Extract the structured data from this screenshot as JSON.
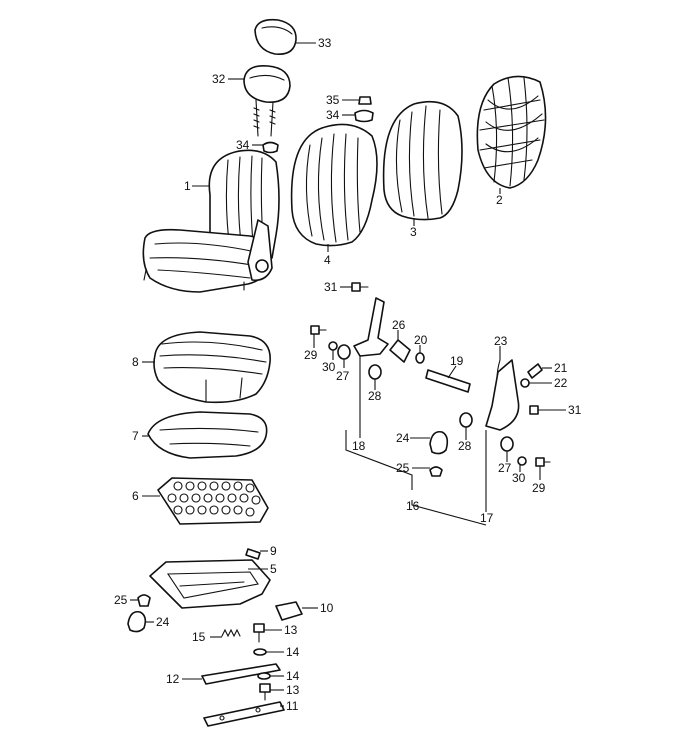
{
  "labels": {
    "l33": "33",
    "l32": "32",
    "l35": "35",
    "l34a": "34",
    "l34b": "34",
    "l1": "1",
    "l4": "4",
    "l3": "3",
    "l2": "2",
    "l31a": "31",
    "l26": "26",
    "l20": "20",
    "l23": "23",
    "l19": "19",
    "l21": "21",
    "l22": "22",
    "l29a": "29",
    "l30a": "30",
    "l27a": "27",
    "l28a": "28",
    "l31b": "31",
    "l18": "18",
    "l24a": "24",
    "l28b": "28",
    "l27b": "27",
    "l30b": "30",
    "l29b": "29",
    "l25a": "25",
    "l16": "16",
    "l17": "17",
    "l8": "8",
    "l7": "7",
    "l6": "6",
    "l9": "9",
    "l5": "5",
    "l25b": "25",
    "l24b": "24",
    "l10": "10",
    "l15": "15",
    "l13a": "13",
    "l14a": "14",
    "l12": "12",
    "l14b": "14",
    "l13b": "13",
    "l11": "11"
  }
}
